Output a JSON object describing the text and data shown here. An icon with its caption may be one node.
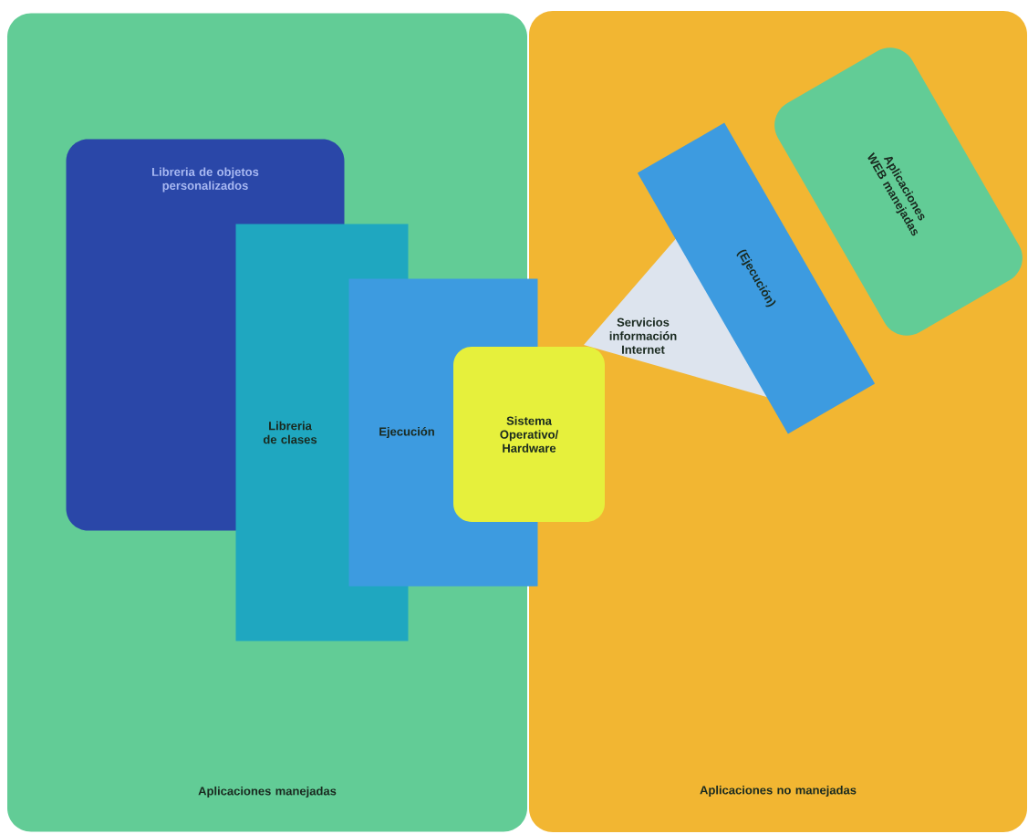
{
  "diagram": {
    "nodes": [
      {
        "text": [
          "Aplicaciones manejadas"
        ]
      },
      {
        "text": [
          "Aplicaciones no manejadas"
        ]
      },
      {
        "text": [
          "Libreria de objetos personalizados"
        ],
        "in": 0
      },
      {
        "text": [
          "Libreria de clases"
        ],
        "in": 0
      },
      {
        "text": [
          "Ejecución"
        ],
        "in": 0
      },
      {
        "text": [
          "Sistema Operativo/ Hardware"
        ]
      },
      {
        "text": [
          "Servicios información Internet"
        ],
        "in": 1
      },
      {
        "text": [
          "(Ejecución)"
        ],
        "in": 1
      },
      {
        "text": [
          "Aplicaciones WEB manejadas"
        ],
        "in": 1
      }
    ]
  }
}
